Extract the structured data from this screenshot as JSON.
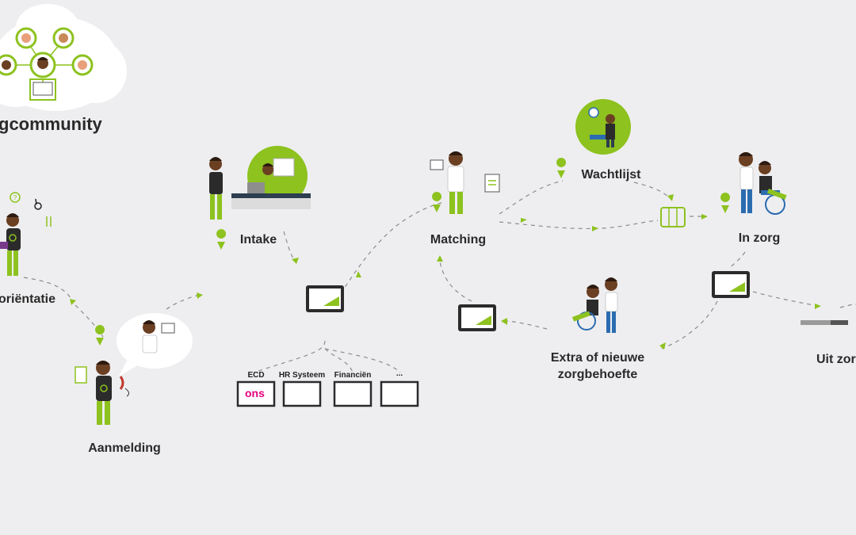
{
  "title": "gcommunity",
  "stages": {
    "orientatie": "oriëntatie",
    "aanmelding": "Aanmelding",
    "intake": "Intake",
    "matching": "Matching",
    "wachtlijst": "Wachtlijst",
    "in_zorg": "In zorg",
    "extra_line1": "Extra of nieuwe",
    "extra_line2": "zorgbehoefte",
    "uit_zorg": "Uit zorg"
  },
  "systems": {
    "ecd": "ECD",
    "hr": "HR Systeem",
    "fin": "Financiën",
    "more": "...",
    "ons_logo": "ons"
  },
  "colors": {
    "accent": "#8dc21f",
    "background": "#eeeef0",
    "path": "#8c8c8c",
    "logo": "#e6007e"
  },
  "icons": [
    "map-pin-icon",
    "tablet-icon",
    "laptop-icon",
    "clock-icon",
    "wheelchair-icon",
    "question-icon",
    "cutlery-icon",
    "phone-icon",
    "briefcase-icon"
  ]
}
